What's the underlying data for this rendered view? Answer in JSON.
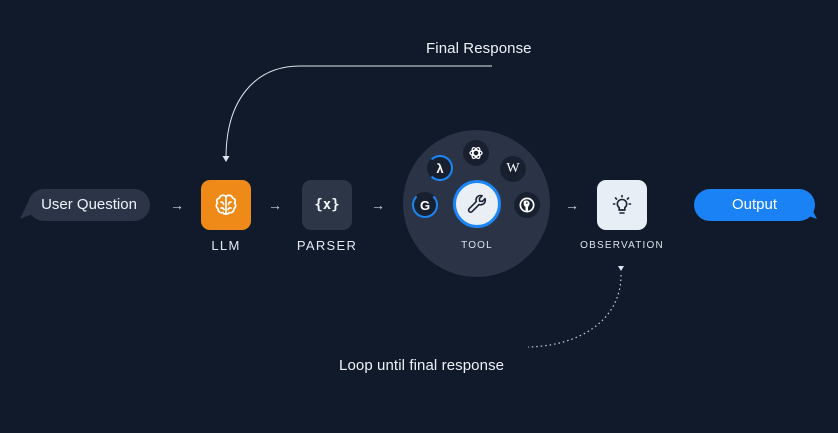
{
  "diagram": {
    "final_response_label": "Final Response",
    "loop_label": "Loop until final response",
    "user_question": "User Question",
    "output": "Output",
    "llm_label": "LLM",
    "parser_label": "PARSER",
    "parser_glyph": "{x}",
    "tool_label": "TOOL",
    "observation_label": "OBSERVATION",
    "arrow_glyph": "→",
    "tool_icons": {
      "lambda": "λ",
      "google": "G",
      "wikipedia": "W"
    }
  },
  "colors": {
    "background": "#111a2b",
    "llm_tile": "#ef8a18",
    "accent_blue": "#1a82f5",
    "bubble_dark": "#2b3547"
  },
  "icons": [
    "brain-icon",
    "variable-icon",
    "wrench-icon",
    "lambda-icon",
    "openai-icon",
    "wikipedia-icon",
    "google-icon",
    "duckduckgo-icon",
    "lightbulb-icon"
  ]
}
